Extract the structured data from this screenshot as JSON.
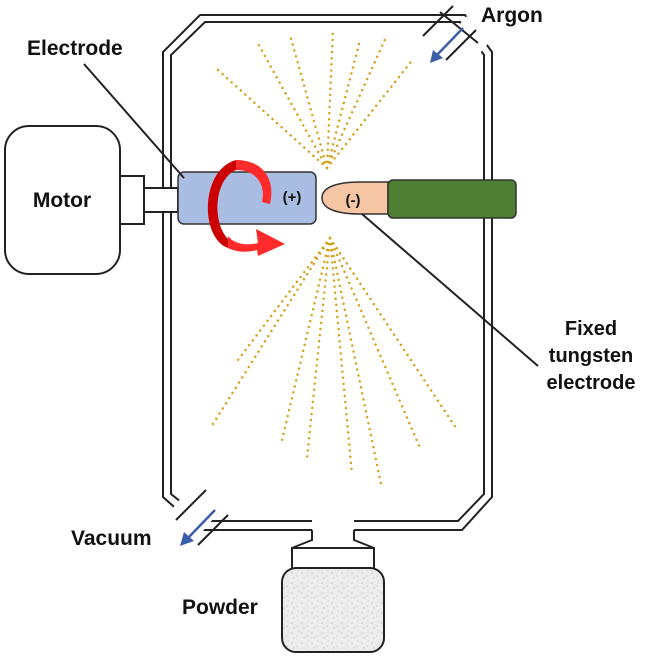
{
  "labels": {
    "electrode": "Electrode",
    "argon": "Argon",
    "motor": "Motor",
    "positive": "(+)",
    "negative": "(-)",
    "fixed_line1": "Fixed",
    "fixed_line2": "tungsten",
    "fixed_line3": "electrode",
    "vacuum": "Vacuum",
    "powder": "Powder"
  },
  "colors": {
    "rotating_electrode": "#a9bde3",
    "tungsten_tip": "#f6c6a4",
    "tungsten_holder": "#4f7f33",
    "rotation_arrow": "#e60000",
    "spark_dots": "#d4a017",
    "gas_arrow": "#3c5ea8",
    "powder_fill": "#e9e9e9"
  },
  "icons": {
    "rotation": "curved-arrow-icon",
    "argon_flow": "arrow-in-icon",
    "vacuum_flow": "arrow-out-icon"
  }
}
